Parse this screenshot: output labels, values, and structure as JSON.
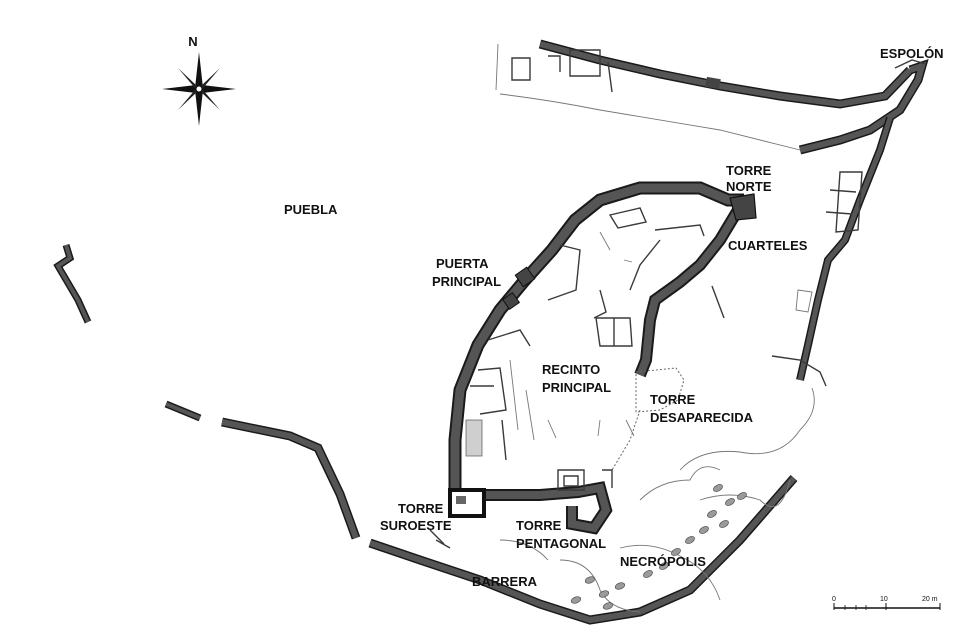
{
  "map": {
    "compass_letter": "N",
    "labels": {
      "espolon": "ESPOLÓN",
      "torre_norte_1": "TORRE",
      "torre_norte_2": "NORTE",
      "puebla": "PUEBLA",
      "cuarteles": "CUARTELES",
      "puerta_1": "PUERTA",
      "puerta_2": "PRINCIPAL",
      "recinto_1": "RECINTO",
      "recinto_2": "PRINCIPAL",
      "torre_desap_1": "TORRE",
      "torre_desap_2": "DESAPARECIDA",
      "torre_suroeste_1": "TORRE",
      "torre_suroeste_2": "SUROESTE",
      "torre_pent_1": "TORRE",
      "torre_pent_2": "PENTAGONAL",
      "necropolis": "NECRÓPOLIS",
      "barrera": "BARRERA"
    },
    "scale": {
      "tick_0": "0",
      "tick_10": "10",
      "tick_20": "20 m"
    }
  }
}
